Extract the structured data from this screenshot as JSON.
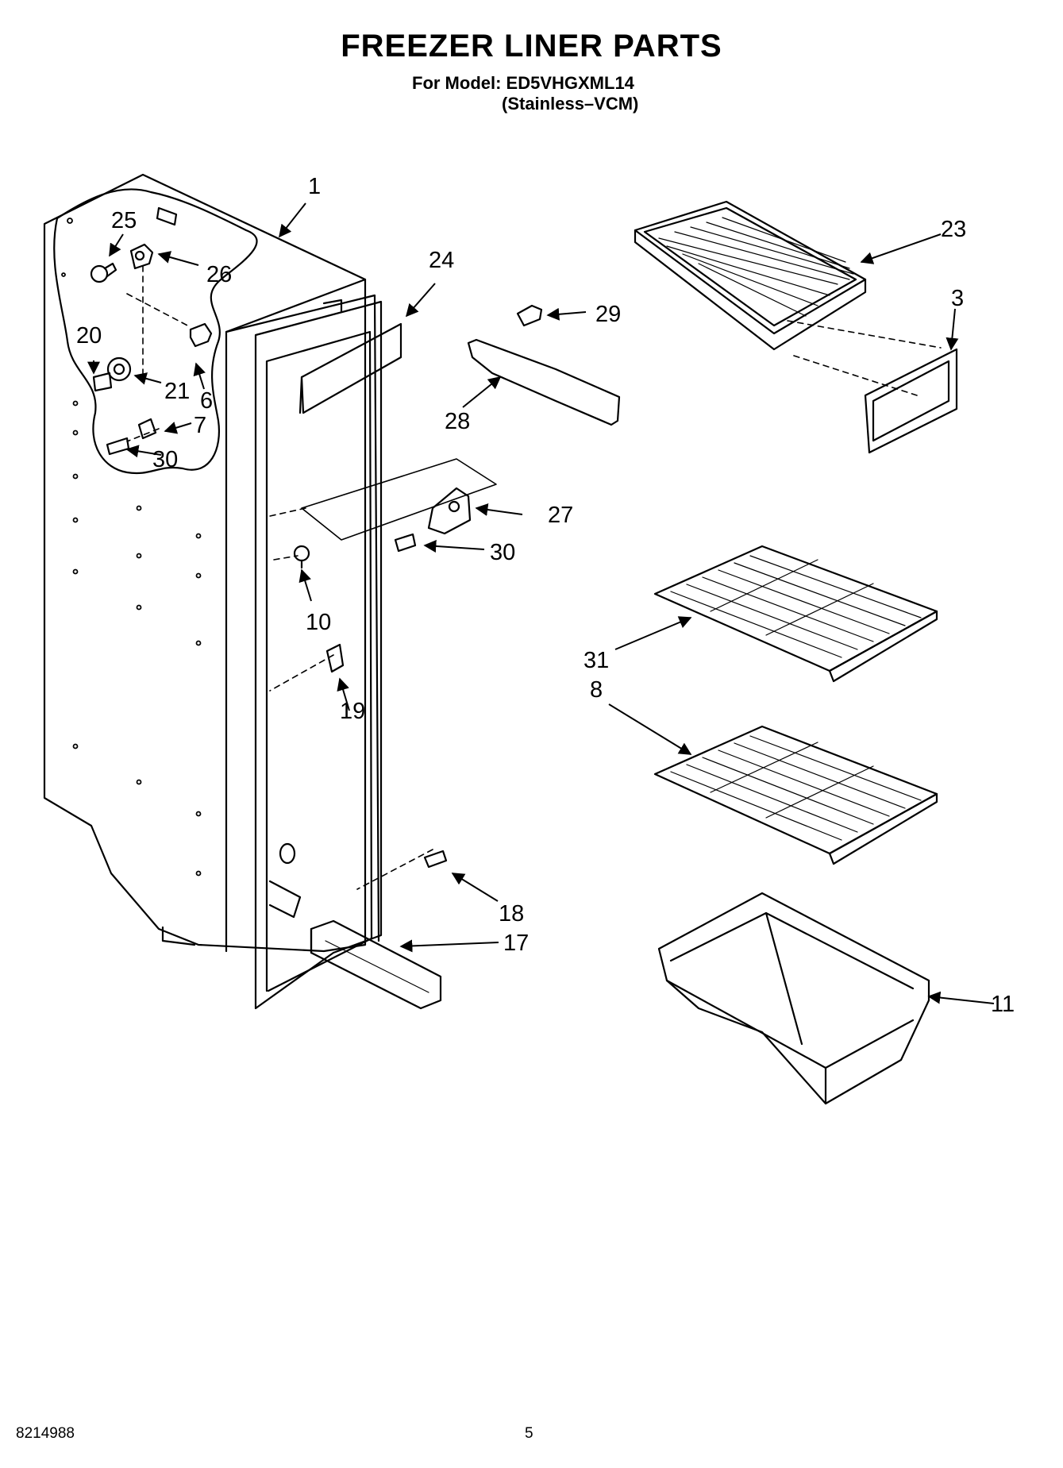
{
  "header": {
    "title": "FREEZER LINER PARTS",
    "model_line": "For Model: ED5VHGXML14",
    "variant_line": "(Stainless–VCM)"
  },
  "footer": {
    "part_number": "8214988",
    "page_number": "5"
  },
  "callouts": [
    "1",
    "25",
    "26",
    "24",
    "20",
    "21",
    "6",
    "7",
    "30",
    "29",
    "28",
    "23",
    "3",
    "27",
    "30",
    "10",
    "19",
    "31",
    "8",
    "18",
    "17",
    "11"
  ]
}
